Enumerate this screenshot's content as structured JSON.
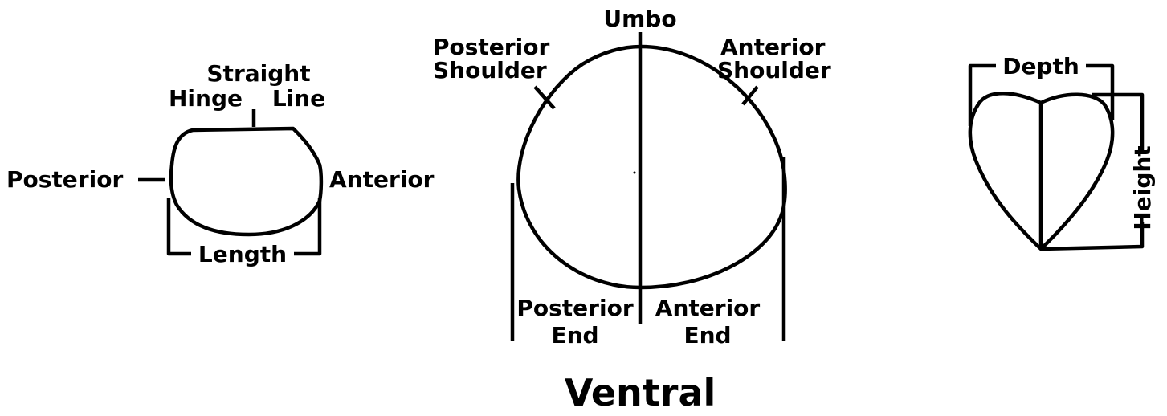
{
  "diagrams": {
    "lateral": {
      "straight": "Straight",
      "hinge": "Hinge",
      "line": "Line",
      "posterior": "Posterior",
      "anterior": "Anterior",
      "length": "Length"
    },
    "ventral": {
      "umbo": "Umbo",
      "posterior_shoulder_1": "Posterior",
      "posterior_shoulder_2": "Shoulder",
      "anterior_shoulder_1": "Anterior",
      "anterior_shoulder_2": "Shoulder",
      "posterior_end_1": "Posterior",
      "posterior_end_2": "End",
      "anterior_end_1": "Anterior",
      "anterior_end_2": "End",
      "caption": "Ventral"
    },
    "end": {
      "depth": "Depth",
      "height": "Height"
    }
  }
}
